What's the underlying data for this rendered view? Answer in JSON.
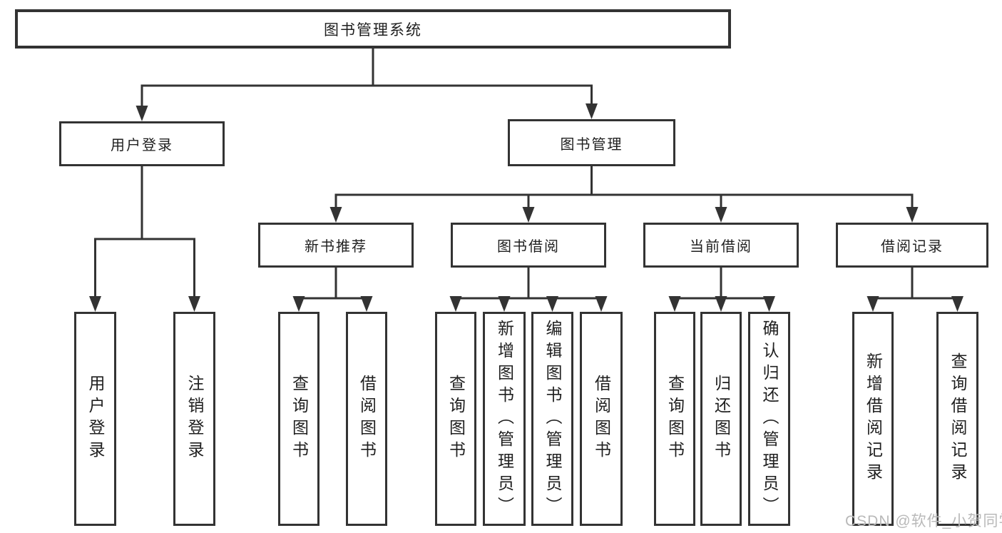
{
  "page": {
    "background": "#ffffff"
  },
  "colors": {
    "line": "#333333",
    "text": "#1f1f1f",
    "watermark": "#b9b9b9"
  },
  "diagram": {
    "title": "图书管理系统",
    "nodes": [
      {
        "id": "root",
        "label": "图书管理系统"
      },
      {
        "id": "user-login",
        "label": "用户登录"
      },
      {
        "id": "book-management",
        "label": "图书管理"
      },
      {
        "id": "new-book-recommend",
        "label": "新书推荐"
      },
      {
        "id": "book-borrow",
        "label": "图书借阅"
      },
      {
        "id": "current-borrow",
        "label": "当前借阅"
      },
      {
        "id": "borrow-records",
        "label": "借阅记录"
      },
      {
        "id": "user-login-leaf",
        "label": "用户登录"
      },
      {
        "id": "logout-leaf",
        "label": "注销登录"
      },
      {
        "id": "query-books-recommend",
        "label": "查询图书"
      },
      {
        "id": "borrow-books-recommend",
        "label": "借阅图书"
      },
      {
        "id": "query-books-borrow",
        "label": "查询图书"
      },
      {
        "id": "add-books-admin",
        "label": "新增图书（管理员）"
      },
      {
        "id": "edit-books-admin",
        "label": "编辑图书（管理员）"
      },
      {
        "id": "borrow-books-borrow",
        "label": "借阅图书"
      },
      {
        "id": "query-books-current",
        "label": "查询图书"
      },
      {
        "id": "return-books",
        "label": "归还图书"
      },
      {
        "id": "confirm-return-admin",
        "label": "确认归还（管理员）"
      },
      {
        "id": "add-borrow-record",
        "label": "新增借阅记录"
      },
      {
        "id": "query-borrow-record",
        "label": "查询借阅记录"
      }
    ],
    "edges": [
      {
        "from": "root",
        "to": [
          "user-login",
          "book-management"
        ]
      },
      {
        "from": "user-login",
        "to": [
          "user-login-leaf",
          "logout-leaf"
        ]
      },
      {
        "from": "book-management",
        "to": [
          "new-book-recommend",
          "book-borrow",
          "current-borrow",
          "borrow-records"
        ]
      },
      {
        "from": "new-book-recommend",
        "to": [
          "query-books-recommend",
          "borrow-books-recommend"
        ]
      },
      {
        "from": "book-borrow",
        "to": [
          "query-books-borrow",
          "add-books-admin",
          "edit-books-admin",
          "borrow-books-borrow"
        ]
      },
      {
        "from": "current-borrow",
        "to": [
          "query-books-current",
          "return-books",
          "confirm-return-admin"
        ]
      },
      {
        "from": "borrow-records",
        "to": [
          "add-borrow-record",
          "query-borrow-record"
        ]
      }
    ]
  },
  "watermark": {
    "text": "CSDN @软件_小贺同学"
  }
}
